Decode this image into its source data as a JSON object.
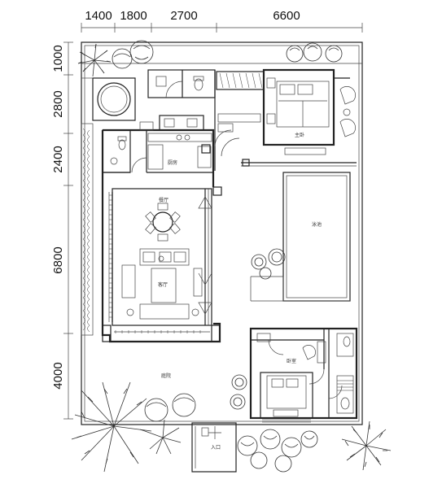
{
  "dimensions": {
    "top": [
      "1400",
      "1800",
      "2700",
      "6600"
    ],
    "left": [
      "1000",
      "2800",
      "2400",
      "6800",
      "4000"
    ]
  },
  "rooms": {
    "kitchen": "厨房",
    "dining": "餐厅",
    "living": "客厅",
    "master_bedroom": "主卧",
    "pool": "泳池",
    "bedroom": "卧室",
    "courtyard": "庭院",
    "entrance": "入口"
  }
}
